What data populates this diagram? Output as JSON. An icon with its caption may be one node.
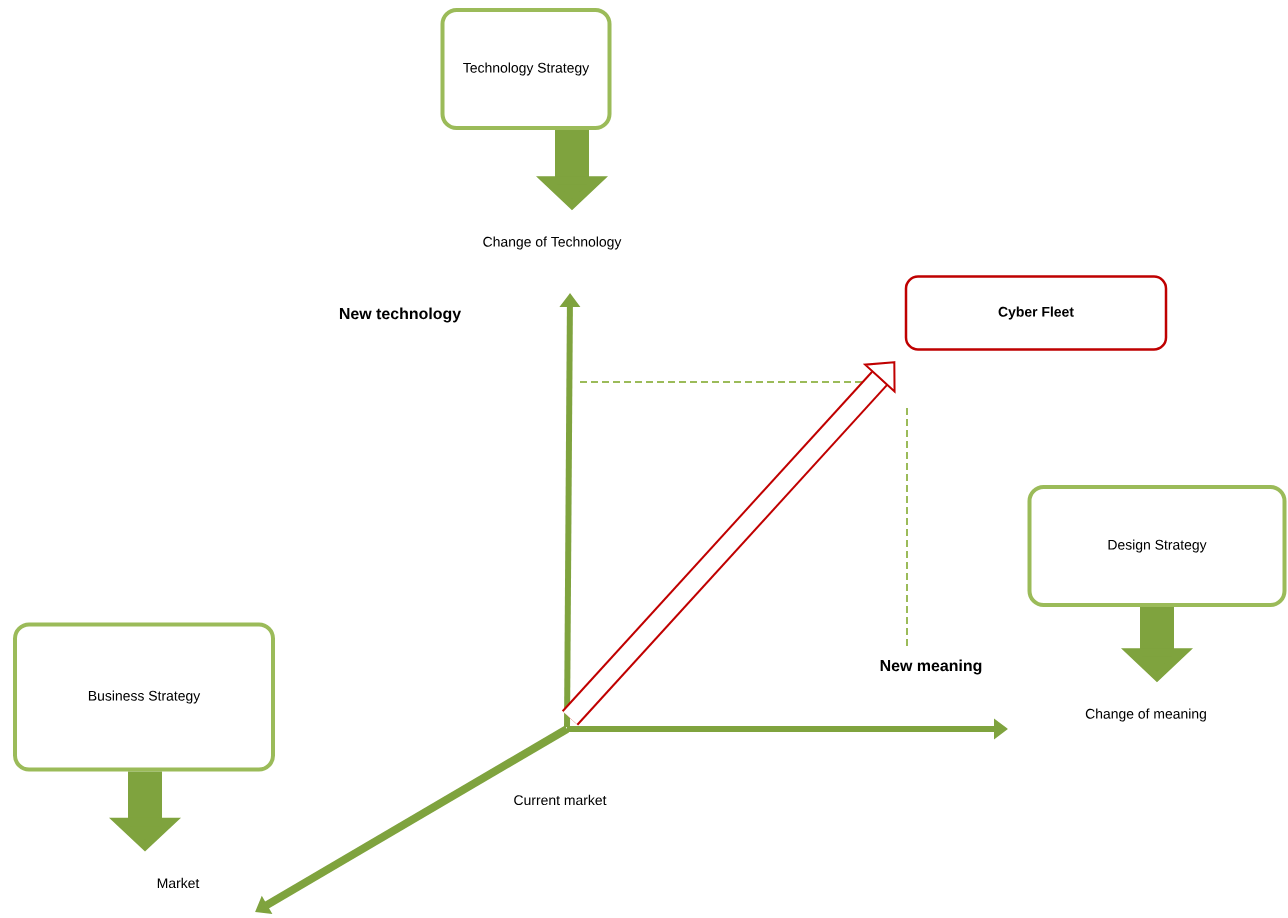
{
  "diagram": {
    "nodes": [
      {
        "text": [
          "Technology Strategy"
        ]
      },
      {
        "text": [
          "Change of Technology"
        ]
      },
      {
        "text": [
          "Business Strategy"
        ]
      },
      {
        "text": [
          "Market"
        ]
      },
      {
        "text": [
          "Design Strategy"
        ]
      },
      {
        "text": [
          "Change of meaning"
        ]
      },
      {
        "text": [
          "Cyber Fleet"
        ]
      }
    ],
    "edges": [
      {
        "from": 0,
        "to": 1,
        "arrow": "to"
      },
      {
        "from": 2,
        "to": 3,
        "arrow": "to"
      },
      {
        "from": 4,
        "to": 5,
        "arrow": "to"
      },
      {
        "from": null,
        "to": 6,
        "arrow": "to",
        "color": "#c00000"
      }
    ],
    "labels": [
      "New technology",
      "New meaning",
      "Current market"
    ]
  }
}
